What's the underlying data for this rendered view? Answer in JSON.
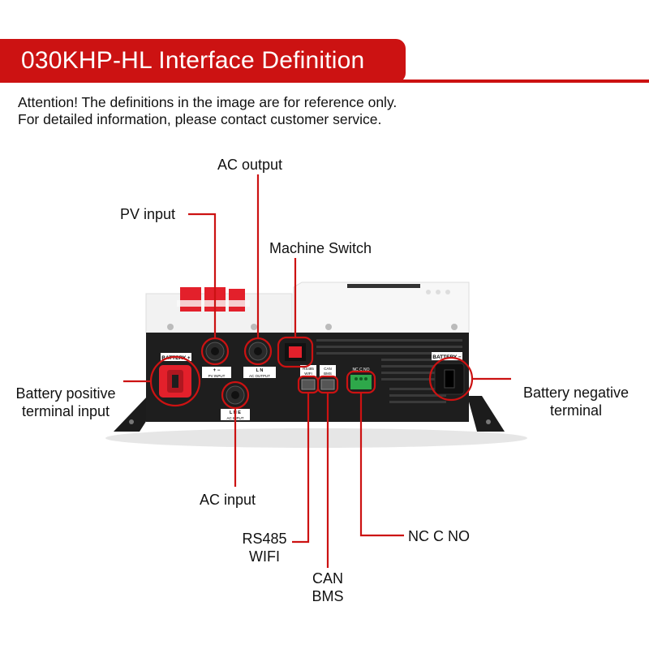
{
  "header": {
    "title": "030KHP-HL Interface Definition",
    "notice_line1": "Attention! The definitions in the image are for reference only.",
    "notice_line2": "For detailed information, please contact customer service."
  },
  "callouts": {
    "ac_output": "AC output",
    "pv_input": "PV input",
    "machine_switch": "Machine Switch",
    "battery_positive_line1": "Battery positive",
    "battery_positive_line2": "terminal input",
    "battery_negative_line1": "Battery negative",
    "battery_negative_line2": "terminal",
    "ac_input": "AC input",
    "rs485_line1": "RS485",
    "rs485_line2": "WIFI",
    "can_line1": "CAN",
    "can_line2": "BMS",
    "nc_c_no": "NC C NO"
  },
  "device_labels": {
    "battery_pos": "BATTERY +",
    "battery_neg": "BATTERY −",
    "pv_input": "PV INPUT",
    "pv_polarity": "+ −",
    "ac_output": "AC OUTPUT",
    "ac_output_pins": "L N",
    "ac_input": "AC INPUT",
    "ac_input_pins": "L N E",
    "rs485": "RS485",
    "wifi": "WIFI",
    "can": "CAN",
    "bms": "BMS",
    "nc_c_no": "NC C NO"
  },
  "colors": {
    "accent_red": "#cc1212",
    "device_black": "#1e1e1e",
    "device_white": "#f4f4f4",
    "terminal_green": "#2ea84a"
  }
}
